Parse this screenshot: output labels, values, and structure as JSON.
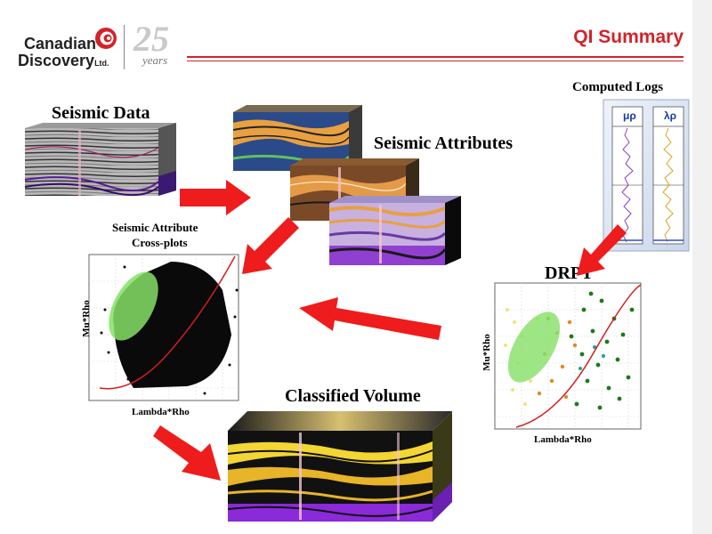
{
  "logo": {
    "line1": "Canadian",
    "line2": "Discovery",
    "ltd": "Ltd.",
    "anniversary_number": "25",
    "anniversary_word": "years"
  },
  "header": {
    "title": "QI Summary"
  },
  "labels": {
    "seismic_data": "Seismic Data",
    "seismic_attributes": "Seismic Attributes",
    "computed_logs": "Computed Logs",
    "log_track_1": "μρ",
    "log_track_2": "λρ",
    "crossplot_title_1": "Seismic Attribute",
    "crossplot_title_2": "Cross-plots",
    "drpt": "DRPT",
    "classified_volume": "Classified Volume",
    "crossplot_x": "Lambda*Rho",
    "crossplot_y": "Mu*Rho",
    "drpt_x": "Lambda*Rho",
    "drpt_y": "Mu*Rho"
  },
  "colors": {
    "brand_red": "#d2232a",
    "arrow_red": "#ee1c1c",
    "zone_green": "#7ed957",
    "attr_orange": "#e8a040",
    "attr_purple": "#9050c8",
    "classified_yellow": "#f3d534"
  }
}
